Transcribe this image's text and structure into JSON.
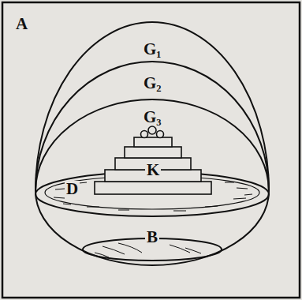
{
  "diagram": {
    "labels": [
      "A",
      "G₁",
      "G₂",
      "G₃",
      "D",
      "K",
      "B"
    ]
  }
}
